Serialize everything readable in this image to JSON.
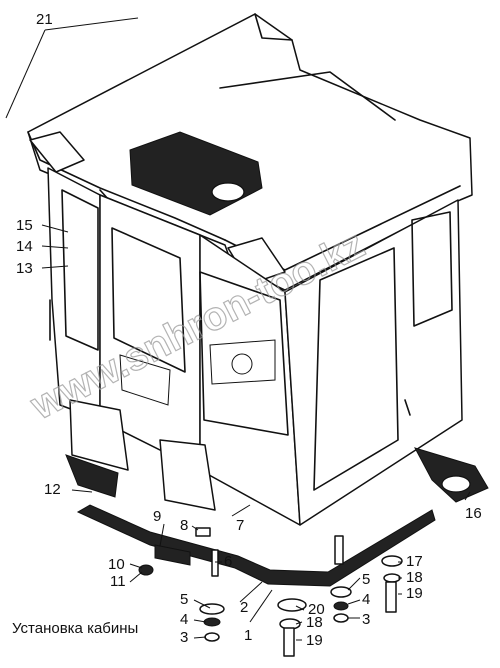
{
  "caption": "Установка кабины",
  "watermark": "www.snhron-too.kz",
  "callouts": [
    "1",
    "2",
    "3",
    "4",
    "5",
    "6",
    "7",
    "8",
    "9",
    "10",
    "11",
    "12",
    "13",
    "14",
    "15",
    "16",
    "17",
    "18",
    "19",
    "20",
    "21",
    "3",
    "4",
    "5",
    "18",
    "19"
  ]
}
